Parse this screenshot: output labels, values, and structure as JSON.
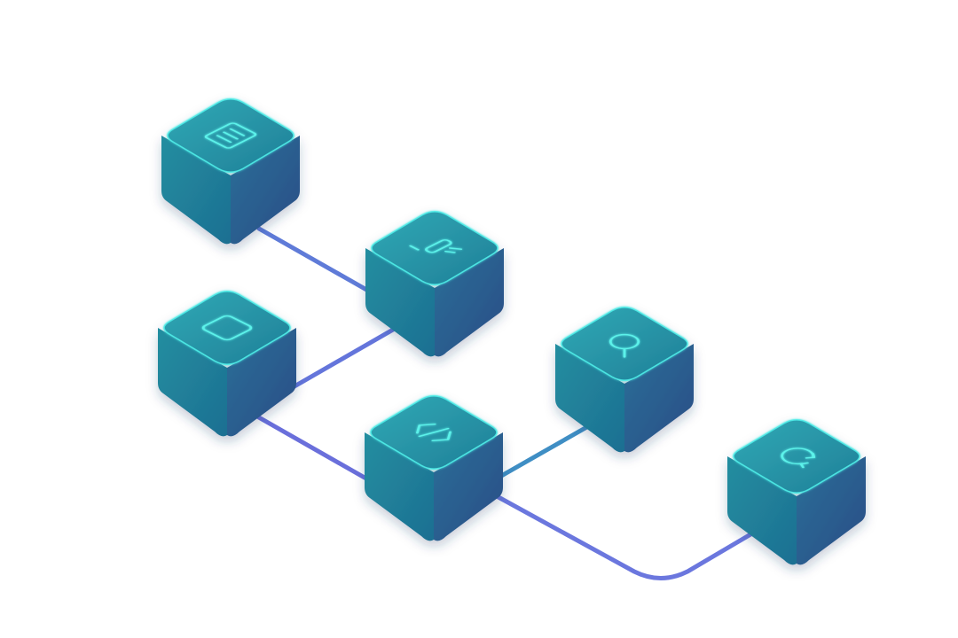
{
  "diagram": {
    "colors": {
      "background": "#ffffff",
      "connector": "#6b77de",
      "connector_alt": "#4a93c8",
      "cube_top_light": "#2fa3b1",
      "cube_top_dark": "#238a9e",
      "cube_side_left": "#21879c",
      "cube_side_right": "#27548a",
      "cube_edge_glow": "#4ff0ea",
      "icon": "#5cf2ea"
    },
    "nodes": [
      {
        "id": "document",
        "icon": "document-lines-icon"
      },
      {
        "id": "design",
        "icon": "pen-tool-icon"
      },
      {
        "id": "frame",
        "icon": "rounded-square-icon"
      },
      {
        "id": "code",
        "icon": "code-brackets-icon"
      },
      {
        "id": "search",
        "icon": "magnifier-icon"
      },
      {
        "id": "refresh",
        "icon": "refresh-cycle-icon"
      }
    ],
    "edges": [
      {
        "from": "document",
        "to": "design"
      },
      {
        "from": "frame",
        "to": "design"
      },
      {
        "from": "frame",
        "to": "code"
      },
      {
        "from": "code",
        "to": "search"
      },
      {
        "from": "code",
        "to": "refresh"
      }
    ]
  }
}
